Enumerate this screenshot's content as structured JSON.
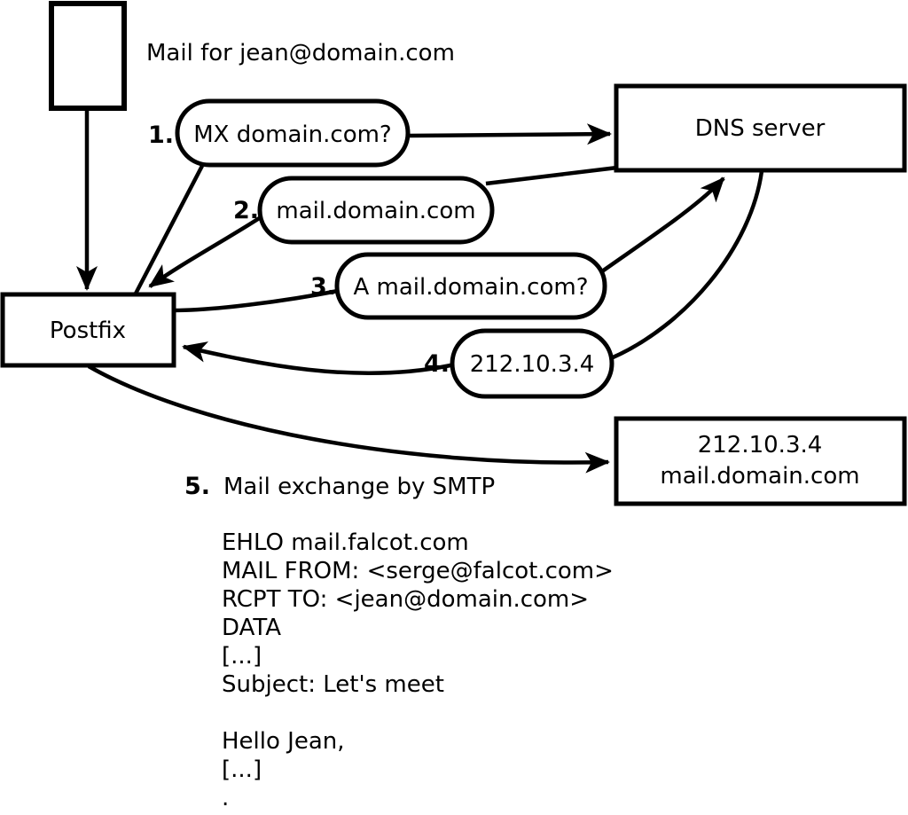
{
  "colors": {
    "ink": "#000000",
    "background": "#ffffff"
  },
  "title": {
    "caption": "Mail for jean@domain.com"
  },
  "nodes": {
    "postfix": "Postfix",
    "dns_server": "DNS server",
    "mail_server": {
      "line1": "212.10.3.4",
      "line2": "mail.domain.com"
    }
  },
  "steps": [
    {
      "number": "1.",
      "label": "MX domain.com?"
    },
    {
      "number": "2.",
      "label": "mail.domain.com"
    },
    {
      "number": "3.",
      "label": "A mail.domain.com?"
    },
    {
      "number": "4.",
      "label": "212.10.3.4"
    },
    {
      "number": "5.",
      "label": "Mail exchange by SMTP"
    }
  ],
  "smtp_session": {
    "lines": [
      "EHLO mail.falcot.com",
      "MAIL FROM: <serge@falcot.com>",
      "RCPT TO: <jean@domain.com>",
      "DATA",
      "[...]",
      "Subject: Let's meet",
      "",
      "Hello Jean,",
      "[...]",
      "."
    ]
  }
}
